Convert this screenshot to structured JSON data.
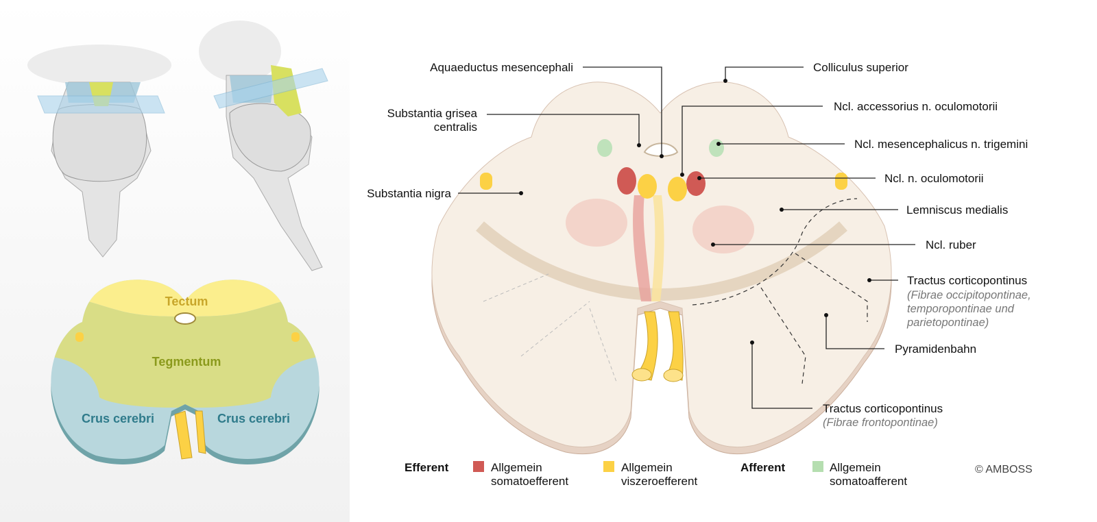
{
  "left_panel": {
    "regions": {
      "tectum": "Tectum",
      "tegmentum": "Tegmentum",
      "crus_left": "Crus cerebri",
      "crus_right": "Crus cerebri"
    }
  },
  "labels": {
    "aquaeductus": "Aquaeductus mesencephali",
    "colliculus": "Colliculus superior",
    "grisea_1": "Substantia grisea",
    "grisea_2": "centralis",
    "accessorius": "Ncl. accessorius n. oculomotorii",
    "mesencephalicus": "Ncl. mesencephalicus n. trigemini",
    "oculomotorii": "Ncl. n. oculomotorii",
    "nigra": "Substantia nigra",
    "lemniscus": "Lemniscus medialis",
    "ruber": "Ncl. ruber",
    "tractus_1": "Tractus corticopontinus",
    "tractus_1_sub_1": "(Fibrae occipitopontinae,",
    "tractus_1_sub_2": "temporopontinae und",
    "tractus_1_sub_3": "parietopontinae)",
    "pyramidenbahn": "Pyramidenbahn",
    "tractus_2": "Tractus corticopontinus",
    "tractus_2_sub": "(Fibrae frontopontinae)"
  },
  "legend": {
    "efferent": "Efferent",
    "afferent": "Afferent",
    "items": [
      {
        "line1": "Allgemein",
        "line2": "somatoefferent",
        "color": "#d05a55"
      },
      {
        "line1": "Allgemein",
        "line2": "viszeroefferent",
        "color": "#fcd145"
      },
      {
        "line1": "Allgemein",
        "line2": "somatoafferent",
        "color": "#b5deb0"
      }
    ]
  },
  "copyright": "© AMBOSS"
}
